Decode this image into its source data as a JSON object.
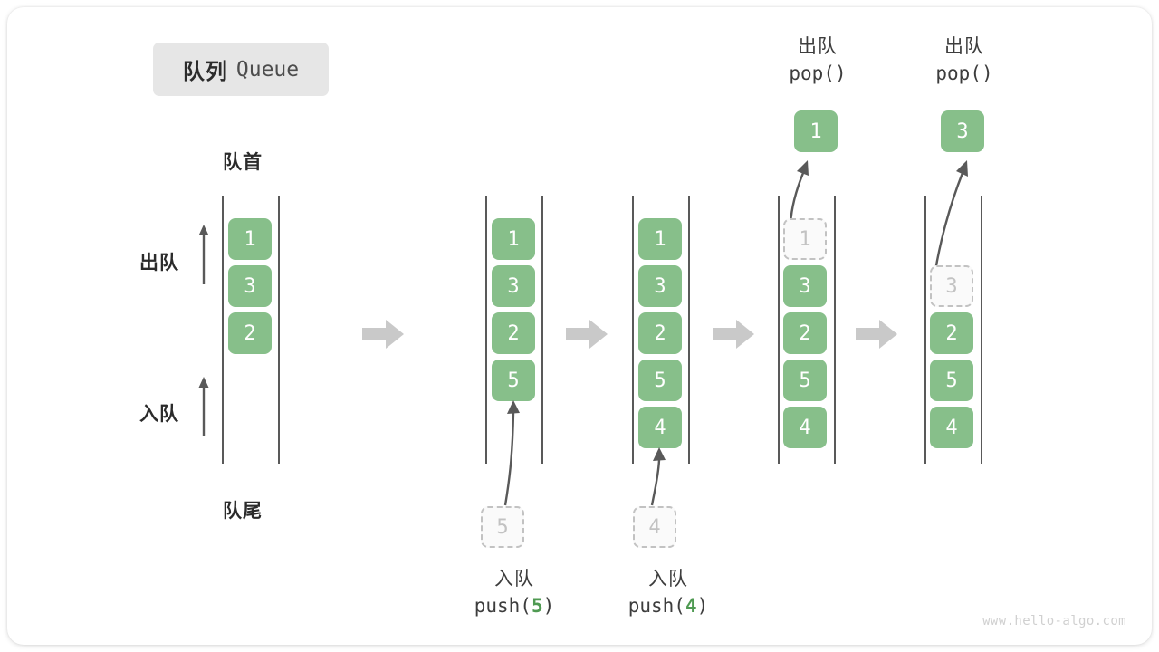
{
  "title": {
    "cn": "队列",
    "en": "Queue"
  },
  "labels": {
    "front": "队首",
    "rear": "队尾",
    "dequeue": "出队",
    "enqueue": "入队"
  },
  "watermark": "www.hello-algo.com",
  "colors": {
    "element_fill": "#87bf8a",
    "element_text": "#ffffff",
    "ghost_border": "#c2c2c2",
    "ghost_text": "#c2c2c2",
    "rail": "#595959",
    "step_arrow": "#c9c9c9",
    "accent_code_arg": "#4f9a52",
    "chip_bg": "#e6e6e6",
    "text": "#2b2b2b",
    "watermark": "#d0d0d0"
  },
  "stages": [
    {
      "id": "initial",
      "caption_top": null,
      "caption_bottom": null,
      "items": [
        "1",
        "3",
        "2"
      ],
      "ghost_slot": null,
      "incoming": null,
      "outgoing": null
    },
    {
      "id": "push-5",
      "caption_top": null,
      "caption_bottom": {
        "cn": "入队",
        "code_prefix": "push(",
        "arg": "5",
        "code_suffix": ")"
      },
      "items": [
        "1",
        "3",
        "2",
        "5"
      ],
      "ghost_slot": null,
      "incoming": "5",
      "outgoing": null
    },
    {
      "id": "push-4",
      "caption_top": null,
      "caption_bottom": {
        "cn": "入队",
        "code_prefix": "push(",
        "arg": "4",
        "code_suffix": ")"
      },
      "items": [
        "1",
        "3",
        "2",
        "5",
        "4"
      ],
      "ghost_slot": null,
      "incoming": "4",
      "outgoing": null
    },
    {
      "id": "pop-1",
      "caption_top": {
        "cn": "出队",
        "code": "pop()"
      },
      "caption_bottom": null,
      "items": [
        "3",
        "2",
        "5",
        "4"
      ],
      "ghost_slot": "1",
      "incoming": null,
      "outgoing": "1"
    },
    {
      "id": "pop-3",
      "caption_top": {
        "cn": "出队",
        "code": "pop()"
      },
      "caption_bottom": null,
      "items": [
        "2",
        "5",
        "4"
      ],
      "ghost_slot": "3",
      "incoming": null,
      "outgoing": "3"
    }
  ]
}
